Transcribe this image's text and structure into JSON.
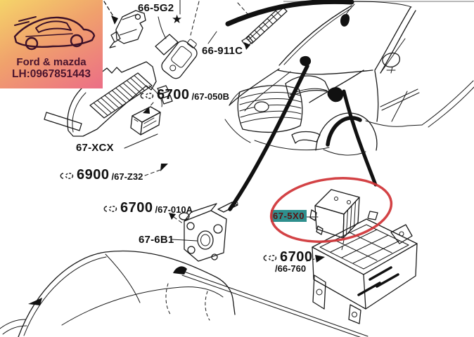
{
  "badge": {
    "title": "Ford & mazda",
    "phone": "LH:0967851443",
    "bg_top": "#f5d469",
    "bg_bottom": "#ec6e86",
    "text_color": "#4a142e"
  },
  "parts": {
    "p66_5g2": {
      "label": "66-5G2"
    },
    "p66_911c": {
      "label": "66-911C"
    },
    "p67_050b": {
      "num": "6700",
      "ref": "/67-050B"
    },
    "p67_xcx": {
      "label": "67-XCX"
    },
    "p67_z32": {
      "num": "6900",
      "ref": "/67-Z32"
    },
    "p67_010a": {
      "num": "6700",
      "ref": "/67-010A"
    },
    "p67_6b1": {
      "label": "67-6B1"
    },
    "p67_5x0": {
      "label": "67-5X0",
      "highlight_bg": "#2e8f8d",
      "text_color": "#5b1313"
    },
    "p66_760": {
      "num": "6700",
      "ref": "/66-760"
    }
  },
  "symbols": {
    "star": "★"
  },
  "colors": {
    "ink": "#1a1a1a",
    "red_circle": "#cf3235",
    "top_rule": "#b9b9b9"
  }
}
